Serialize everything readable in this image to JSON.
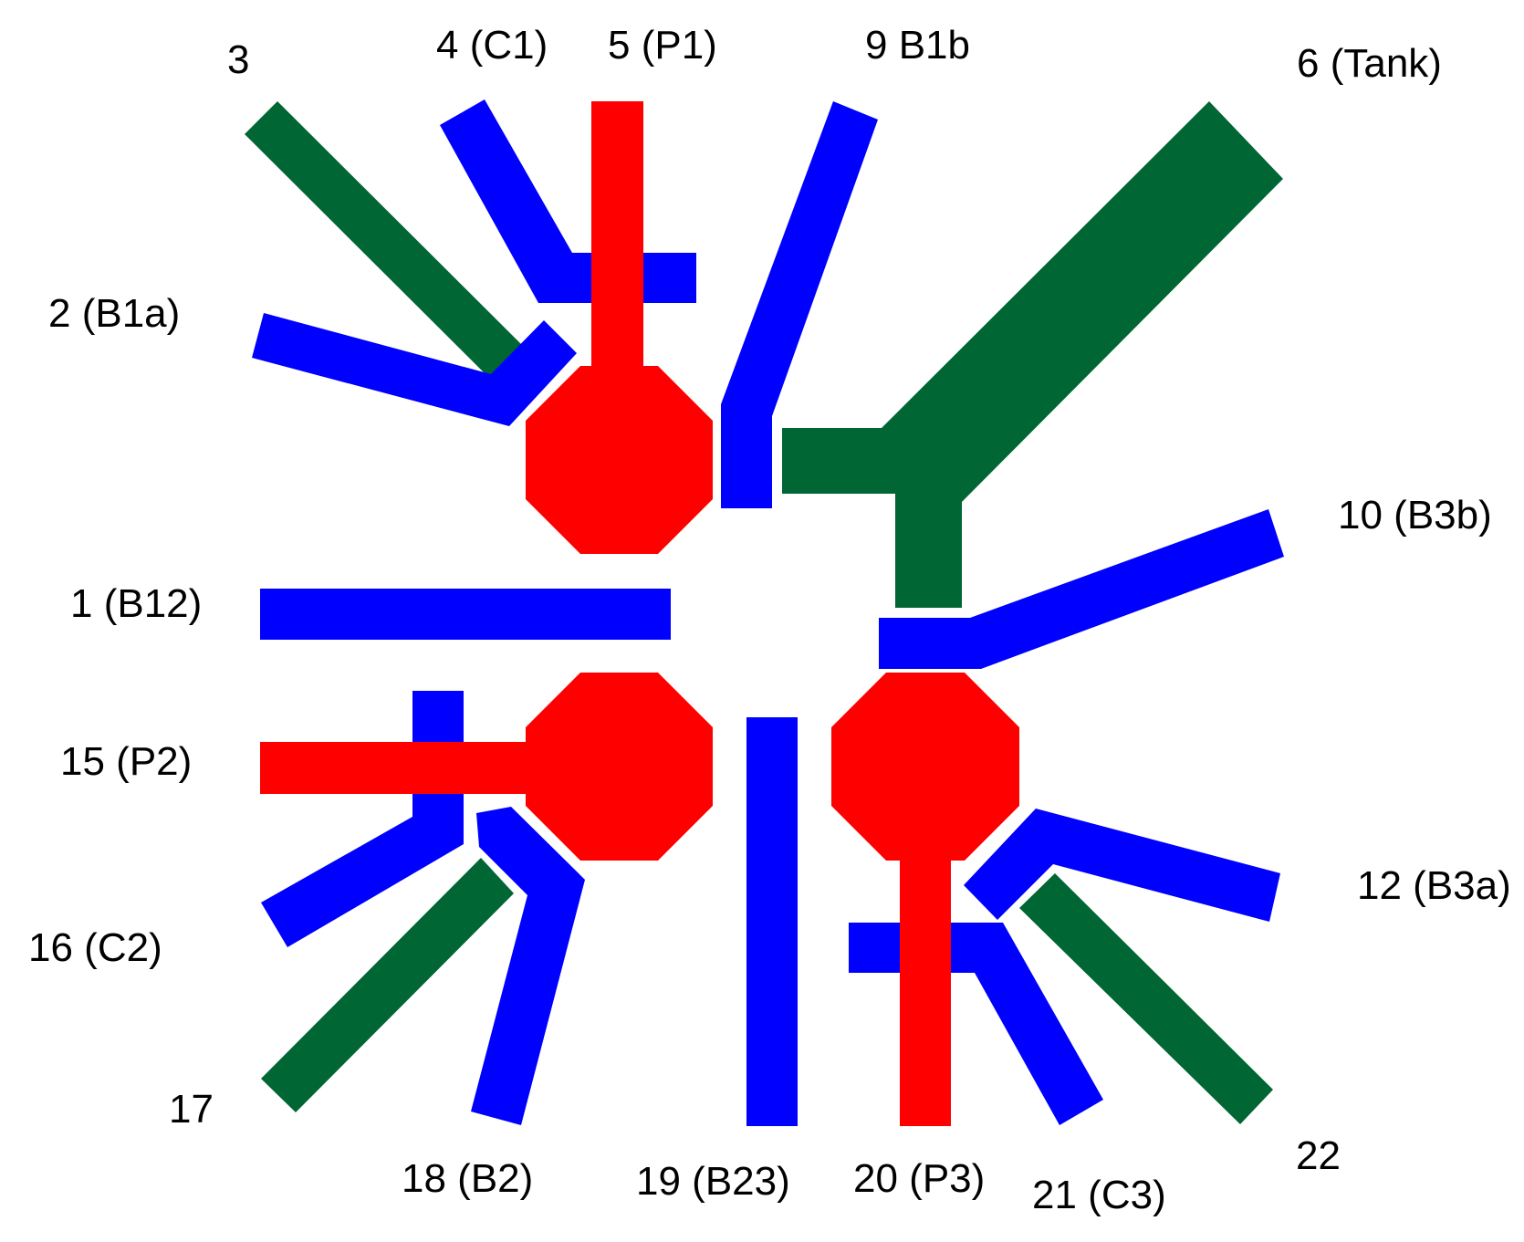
{
  "colors": {
    "pad": "#ff0000",
    "signal": "#0000ff",
    "ground": "#006633",
    "background": "#ffffff"
  },
  "labels": {
    "l1": "1 (B12)",
    "l2": "2 (B1a)",
    "l3": "3",
    "l4": "4 (C1)",
    "l5": "5 (P1)",
    "l6": "6 (Tank)",
    "l9": "9 B1b",
    "l10": "10 (B3b)",
    "l12": "12 (B3a)",
    "l15": "15 (P2)",
    "l16": "16 (C2)",
    "l17": "17",
    "l18": "18 (B2)",
    "l19": "19 (B23)",
    "l20": "20 (P3)",
    "l21": "21 (C3)",
    "l22": "22"
  }
}
